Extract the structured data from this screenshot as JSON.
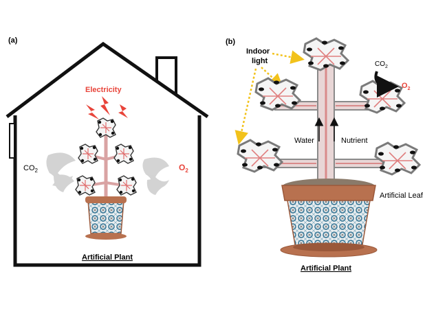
{
  "panel_a": {
    "label": "(a)",
    "electricity": "Electricity",
    "co2": "CO",
    "co2_sub": "2",
    "o2": "O",
    "o2_sub": "2",
    "caption": "Artificial Plant"
  },
  "panel_b": {
    "label": "(b)",
    "indoor_light_1": "Indoor",
    "indoor_light_2": "light",
    "co2": "CO",
    "co2_sub": "2",
    "o2": "O",
    "o2_sub": "2",
    "water": "Water",
    "nutrient": "Nutrient",
    "artificial_leaf": "Artificial Leaf",
    "caption": "Artificial Plant"
  },
  "colors": {
    "red": "#e8443a",
    "outline": "#111111",
    "pot": "#b8714f",
    "pot_dark": "#9a583a",
    "tile": "#2f6f8f",
    "stem": "#d9a3a3",
    "leaf_frame": "#8a8a8a",
    "yellow": "#f2c21b"
  }
}
